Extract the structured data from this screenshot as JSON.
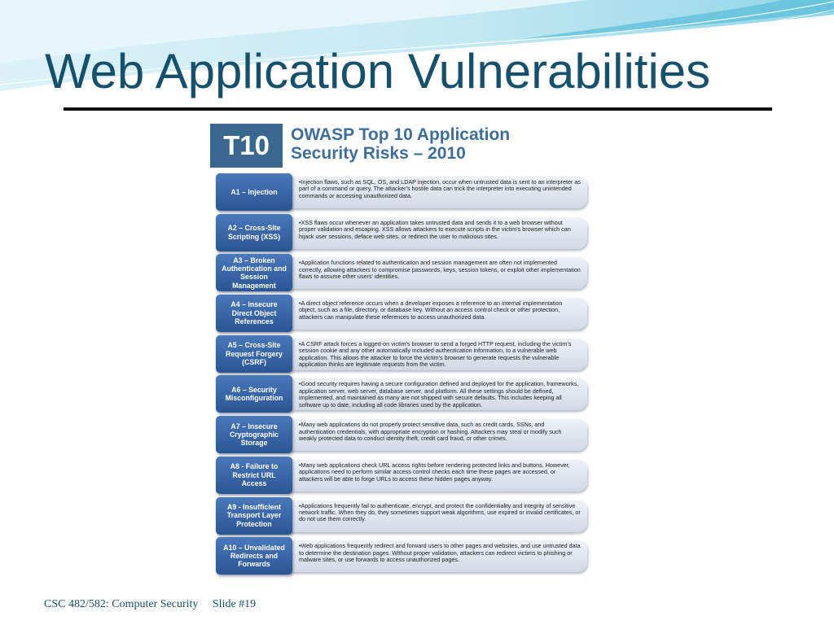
{
  "slide": {
    "title": "Web Application Vulnerabilities",
    "footer": {
      "course": "CSC 482/582: Computer Security",
      "slide_number": "Slide #19"
    }
  },
  "figure": {
    "badge": "T10",
    "heading_line1": "OWASP Top 10 Application",
    "heading_line2": "Security Risks – 2010",
    "risks": [
      {
        "label": "A1 – Injection",
        "description": "•Injection flaws, such as SQL, OS, and LDAP injection, occur when untrusted data is sent to an interpreter as part of a command or query. The attacker's hostile data can trick the interpreter into executing unintended commands or accessing unauthorized data."
      },
      {
        "label": "A2 – Cross-Site\nScripting (XSS)",
        "description": "•XSS flaws occur whenever an application takes untrusted data and sends it to a web browser without proper validation and escaping. XSS allows attackers to execute scripts in the victim's browser which can hijack user sessions, deface web sites, or redirect the user to malicious sites."
      },
      {
        "label": "A3 – Broken\nAuthentication and\nSession\nManagement",
        "description": "•Application functions related to authentication and session management are often not implemented correctly, allowing attackers to compromise passwords, keys, session tokens, or exploit other implementation flaws to assume other users' identities."
      },
      {
        "label": "A4 – Insecure\nDirect Object\nReferences",
        "description": "•A direct object reference occurs when a developer exposes a reference to an internal implementation object, such as a file, directory, or database key. Without an access control check or other protection, attackers can manipulate these references to access unauthorized data."
      },
      {
        "label": "A5 – Cross-Site\nRequest Forgery\n(CSRF)",
        "description": "•A CSRF attack forces a logged-on victim's browser to send a forged HTTP request, including the victim's session cookie and any other automatically included authentication information, to a vulnerable web application. This allows the attacker to force the victim's browser to generate requests the vulnerable application thinks are legitimate requests from the victim."
      },
      {
        "label": "A6 – Security\nMisconfiguration",
        "description": "•Good security requires having a secure configuration defined and deployed for the application, frameworks, application server, web server, database server, and platform. All these settings should be defined, implemented, and maintained as many are not shipped with secure defaults. This includes keeping all software up to date, including all code libraries used by the application."
      },
      {
        "label": "A7 – Insecure\nCryptographic\nStorage",
        "description": "•Many web applications do not properly protect sensitive data, such as credit cards, SSNs, and authentication credentials, with appropriate encryption or hashing. Attackers may steal or modify such weakly protected data to conduct identity theft, credit card fraud, or other crimes."
      },
      {
        "label": "A8 - Failure to\nRestrict URL Access",
        "description": "•Many web applications check URL access rights before rendering protected links and buttons. However, applications need to perform similar access control checks each time these pages are accessed, or attackers will be able to forge URLs to access these hidden pages anyway."
      },
      {
        "label": "A9 - Insufficient\nTransport Layer\nProtection",
        "description": "•Applications frequently fail to authenticate, encrypt, and protect the confidentiality and integrity of sensitive network traffic. When they do, they sometimes support weak algorithms, use expired or invalid certificates, or do not use them correctly."
      },
      {
        "label": "A10 – Unvalidated\nRedirects and\nForwards",
        "description": "•Web applications frequently redirect and forward users to other pages and websites, and use untrusted data to determine the destination pages. Without proper validation, attackers can redirect victims to phishing or malware sites, or use forwards to access unauthorized pages."
      }
    ]
  },
  "colors": {
    "title_text": "#17506b",
    "badge_fill": "#3a6790",
    "heading_text": "#3f6e98",
    "risk_label_fill": "#2f5c9c",
    "risk_description_fill": "#dde2ec",
    "header_wave": "#7fcfe4"
  }
}
